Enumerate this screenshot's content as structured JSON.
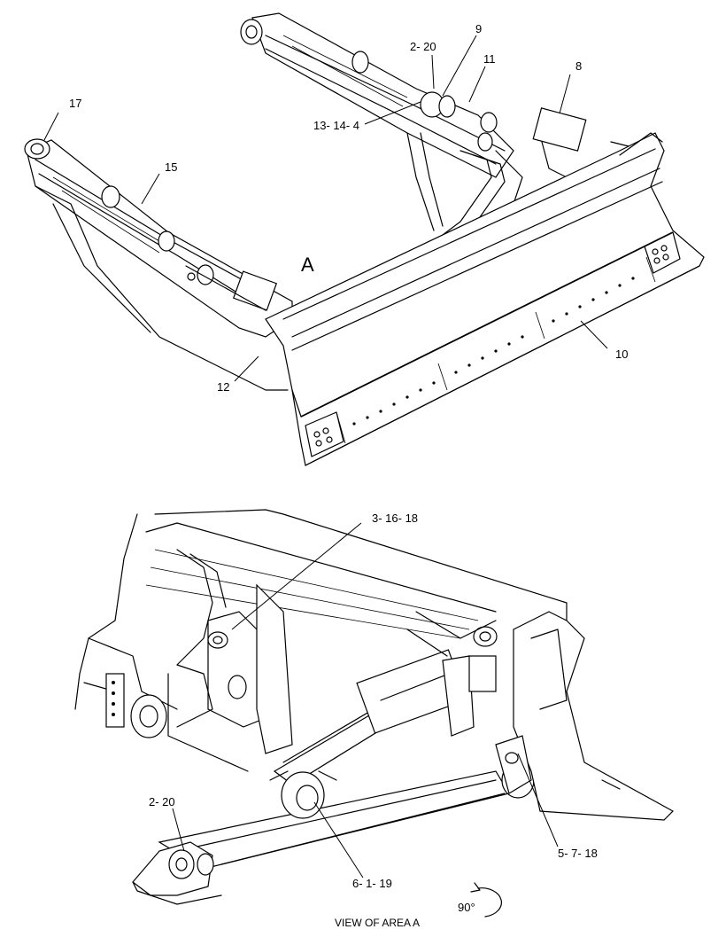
{
  "top_view": {
    "area_marker": "A",
    "callouts": [
      {
        "id": "17",
        "text": "17"
      },
      {
        "id": "15",
        "text": "15"
      },
      {
        "id": "2-20",
        "text": "2- 20"
      },
      {
        "id": "9",
        "text": "9"
      },
      {
        "id": "11",
        "text": "11"
      },
      {
        "id": "8",
        "text": "8"
      },
      {
        "id": "13-14-4",
        "text": "13- 14- 4"
      },
      {
        "id": "10",
        "text": "10"
      },
      {
        "id": "12",
        "text": "12"
      }
    ]
  },
  "bottom_view": {
    "callouts": [
      {
        "id": "3-16-18",
        "text": "3- 16- 18"
      },
      {
        "id": "2-20",
        "text": "2- 20"
      },
      {
        "id": "6-1-19",
        "text": "6- 1- 19"
      },
      {
        "id": "5-7-18",
        "text": "5- 7- 18"
      }
    ],
    "rotation": "90°",
    "caption": "VIEW OF AREA  A"
  }
}
